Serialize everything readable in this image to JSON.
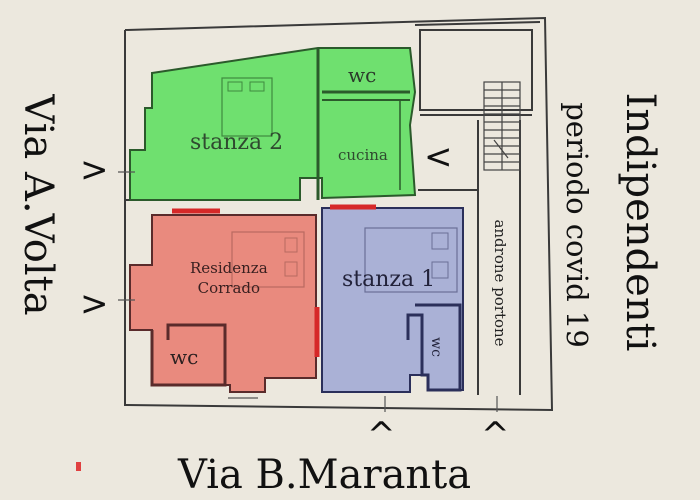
{
  "labels": {
    "street_left": "Via A.Volta",
    "street_bottom": "Via B.Maranta",
    "title_line1": "Indipendenti",
    "title_line2": "periodo covid 19",
    "stanza2": "stanza 2",
    "wc_top": "wc",
    "cucina": "cucina",
    "residenza_line1": "Residenza",
    "residenza_line2": "Corrado",
    "wc_left": "wc",
    "stanza1": "stanza 1",
    "wc_right": "wc",
    "androne": "androne portone"
  },
  "arrows": {
    "left_glyph": ">",
    "cucina_glyph": "<",
    "bottom_glyph": "^"
  },
  "colors": {
    "green_zone": "#6fe06f",
    "red_zone": "#e98a7e",
    "blue_zone": "#aab1d6",
    "wall": "#333333",
    "door_red": "#d62828",
    "background": "#ece8de"
  }
}
